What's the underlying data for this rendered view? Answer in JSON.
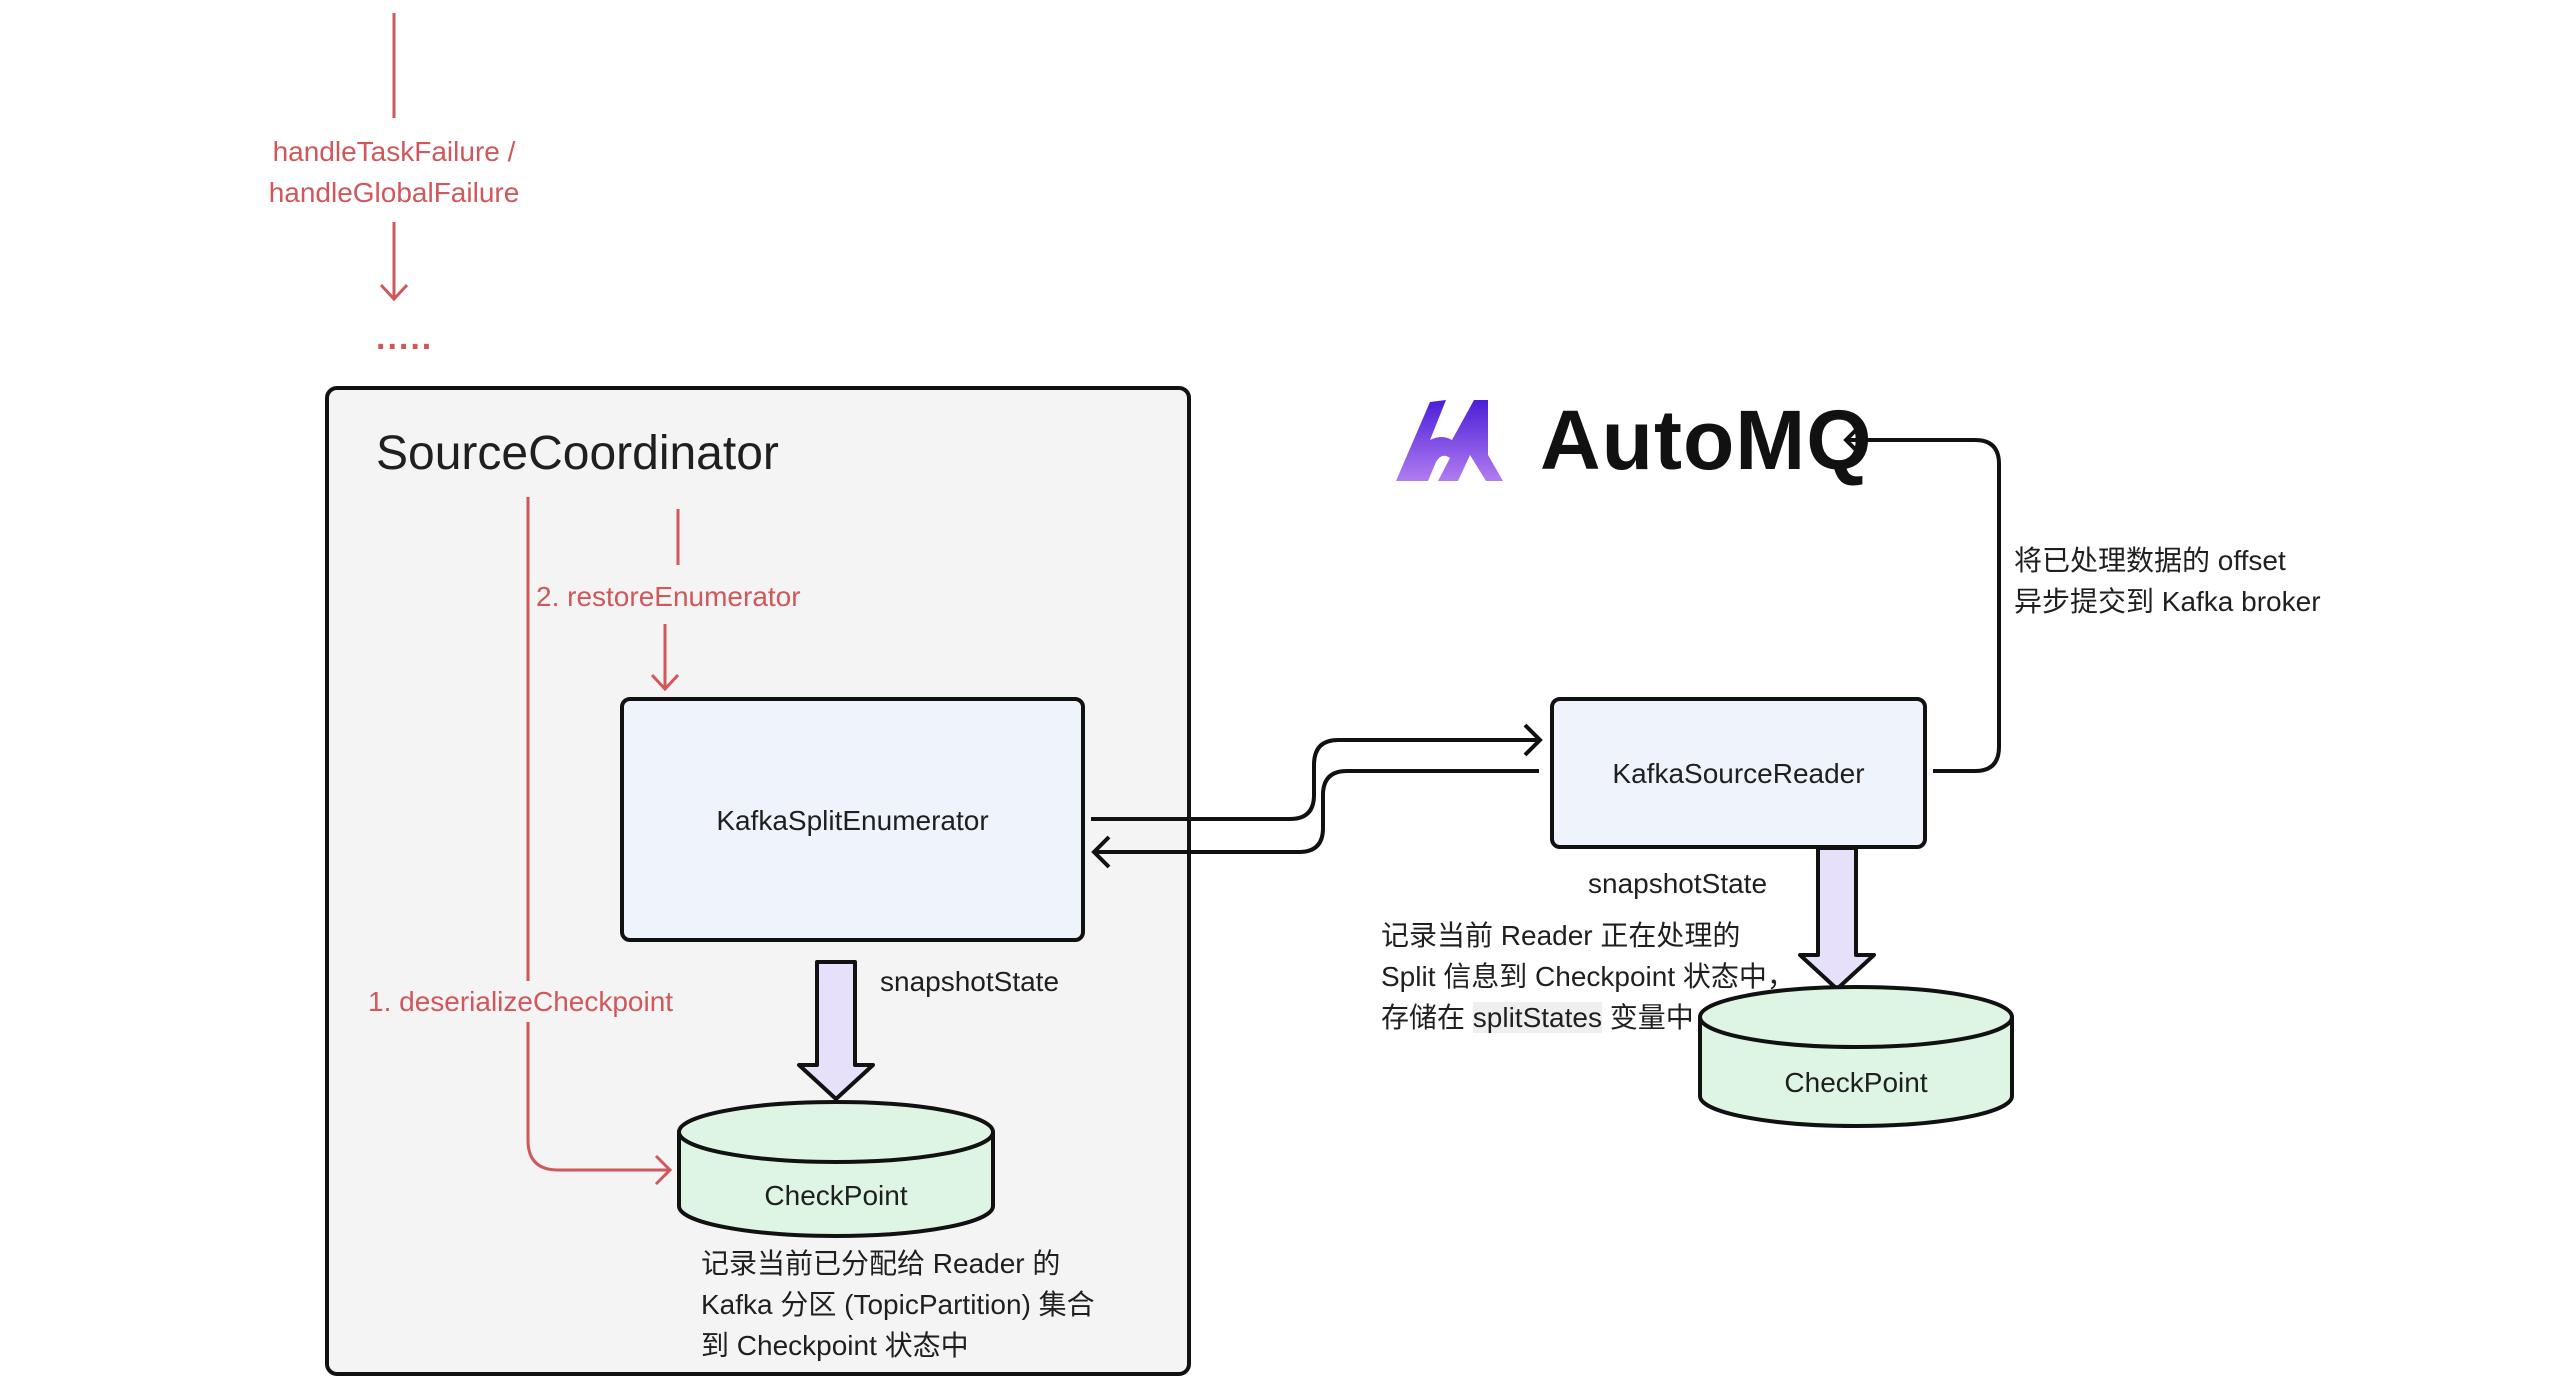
{
  "top_flow": {
    "failure_label_line1": "handleTaskFailure /",
    "failure_label_line2": "handleGlobalFailure",
    "ellipsis": "....."
  },
  "source_coordinator": {
    "title": "SourceCoordinator",
    "step1_label": "1. deserializeCheckpoint",
    "step2_label": "2. restoreEnumerator",
    "enumerator": {
      "label": "KafkaSplitEnumerator"
    },
    "snapshot_label": "snapshotState",
    "checkpoint": {
      "label": "CheckPoint"
    },
    "checkpoint_note": [
      "记录当前已分配给 Reader 的",
      "Kafka 分区 (TopicPartition) 集合",
      "到 Checkpoint 状态中"
    ]
  },
  "reader_side": {
    "logo": {
      "text": "AutoMQ",
      "icon": "automq-logo-icon",
      "gradient_start": "#4a1fd8",
      "gradient_end": "#b27cf0"
    },
    "commit_note": [
      "将已处理数据的 offset",
      "异步提交到 Kafka broker"
    ],
    "reader": {
      "label": "KafkaSourceReader"
    },
    "snapshot_label": "snapshotState",
    "state_note": {
      "line1": "记录当前 Reader 正在处理的",
      "line2": "Split 信息到 Checkpoint 状态中，",
      "line3_prefix": "存储在 ",
      "line3_code": "splitStates",
      "line3_suffix": " 变量中"
    },
    "checkpoint": {
      "label": "CheckPoint"
    }
  },
  "colors": {
    "red_flow": "#d0575a",
    "container_bg": "#f4f4f4",
    "component_bg": "#eff3fc",
    "checkpoint_bg": "#dff5e3",
    "snapshot_arrow_bg": "#e6e0fa",
    "stroke": "#111111"
  }
}
